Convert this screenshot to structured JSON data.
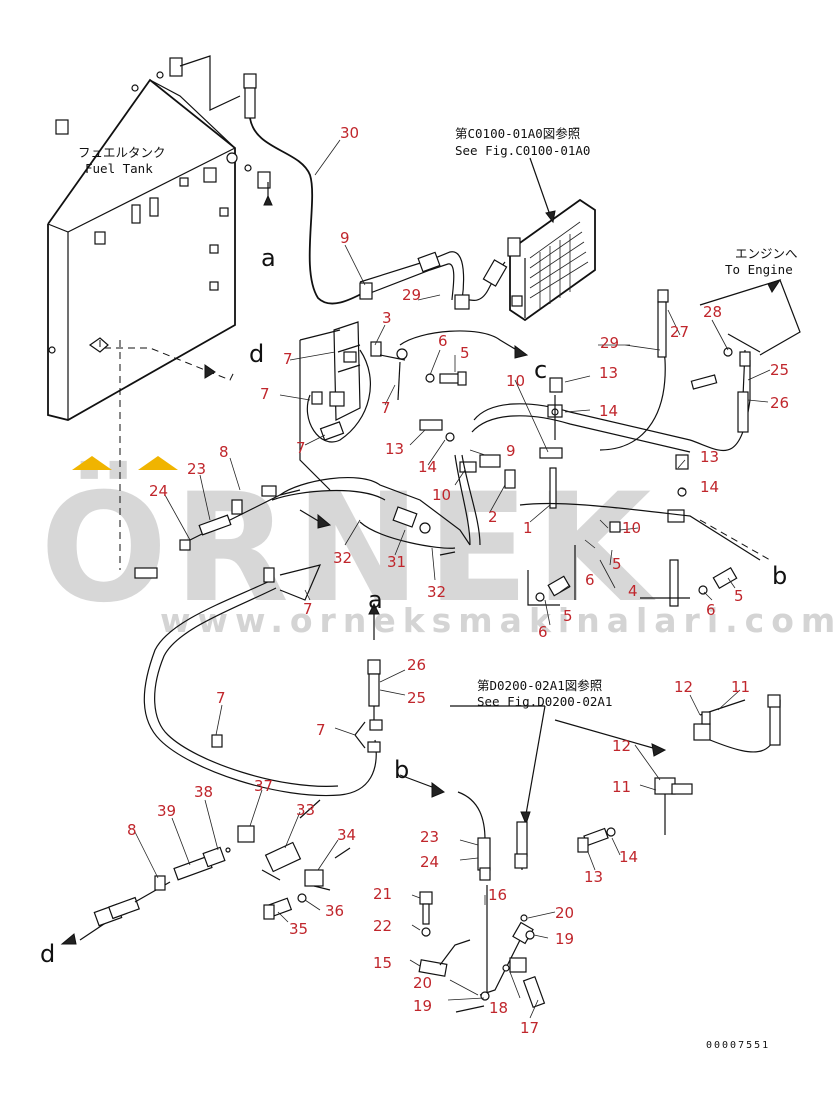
{
  "captions": {
    "fuel_tank_jp": "フュエルタンク",
    "fuel_tank_en": "Fuel Tank",
    "ref1_jp": "第C0100-01A0図参照",
    "ref1_en": "See Fig.C0100-01A0",
    "to_engine_jp": "エンジンへ",
    "to_engine_en": "To Engine",
    "ref2_jp": "第D0200-02A1図参照",
    "ref2_en": "See Fig.D0200-02A1"
  },
  "view_letters": {
    "a_top": "a",
    "d_mid": "d",
    "c_mid": "c",
    "b_right": "b",
    "a_lower": "a",
    "b_lower": "b",
    "d_bottom": "d"
  },
  "part_numbers": {
    "p30": "30",
    "p9a": "9",
    "p29a": "29",
    "p3": "3",
    "p7a": "7",
    "p7b": "7",
    "p7c": "7",
    "p7d": "7",
    "p6a": "6",
    "p5a": "5",
    "p29b": "29",
    "p27": "27",
    "p28": "28",
    "p25a": "25",
    "p26a": "26",
    "p10a": "10",
    "p13a": "13",
    "p14a": "14",
    "p13b": "13",
    "p14b": "14",
    "p9b": "9",
    "p10b": "10",
    "p2": "2",
    "p1": "1",
    "p13c": "13",
    "p14c": "14",
    "p10c": "10",
    "p8a": "8",
    "p23a": "23",
    "p24a": "24",
    "p32a": "32",
    "p31": "31",
    "p32b": "32",
    "p5b": "5",
    "p6b": "6",
    "p4": "4",
    "p6c": "6",
    "p5c": "5",
    "p6d": "6",
    "p5d": "5",
    "p7e": "7",
    "p26b": "26",
    "p25b": "25",
    "p7f": "7",
    "p7g": "7",
    "p12a": "12",
    "p11a": "11",
    "p12b": "12",
    "p11b": "11",
    "p14d": "14",
    "p13d": "13",
    "p8b": "8",
    "p39": "39",
    "p38": "38",
    "p37": "37",
    "p33": "33",
    "p34": "34",
    "p36": "36",
    "p35": "35",
    "p23b": "23",
    "p24b": "24",
    "p16": "16",
    "p21": "21",
    "p22": "22",
    "p15": "15",
    "p20a": "20",
    "p19a": "19",
    "p20b": "20",
    "p18": "18",
    "p19b": "19",
    "p17": "17"
  },
  "watermark": {
    "brand": "ÖRNEK",
    "url": "www.orneksmakinalari.com.tr"
  },
  "drawing_code": "00007551"
}
